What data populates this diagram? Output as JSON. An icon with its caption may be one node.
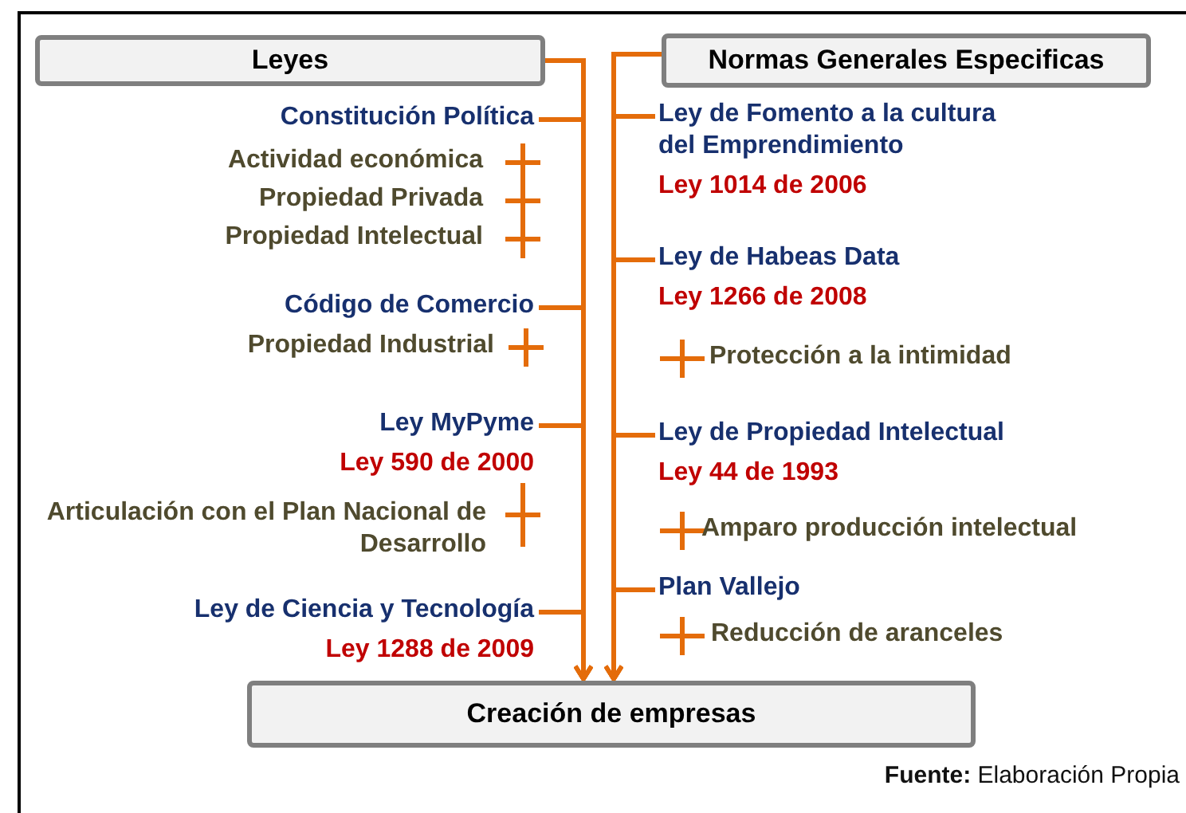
{
  "diagram": {
    "nodes": [
      {
        "text": [
          "Leyes"
        ]
      },
      {
        "text": [
          "Normas Generales Especificas"
        ]
      },
      {
        "text": [
          "Creación de empresas"
        ]
      },
      {
        "text": [
          "Constitución Política"
        ]
      },
      {
        "text": [
          "Código de Comercio"
        ]
      },
      {
        "text": [
          "Ley MyPyme",
          "Ley 590 de 2000"
        ]
      },
      {
        "text": [
          "Ley de Ciencia y Tecnología",
          "Ley 1288 de 2009"
        ]
      },
      {
        "text": [
          "Ley de Fomento a la cultura del Emprendimiento",
          "Ley 1014 de 2006"
        ]
      },
      {
        "text": [
          "Ley de Habeas Data",
          "Ley 1266 de 2008"
        ]
      },
      {
        "text": [
          "Ley de Propiedad Intelectual",
          "Ley 44 de 1993"
        ]
      },
      {
        "text": [
          "Plan Vallejo"
        ]
      }
    ],
    "edges": [
      {
        "from": 0,
        "to": 2,
        "arrow": "to"
      },
      {
        "from": 3,
        "to": 2,
        "arrow": "to"
      },
      {
        "from": 4,
        "to": 2,
        "arrow": "to"
      },
      {
        "from": 5,
        "to": 2,
        "arrow": "to"
      },
      {
        "from": 6,
        "to": 2,
        "arrow": "to"
      },
      {
        "from": 1,
        "to": 2,
        "arrow": "to"
      },
      {
        "from": 7,
        "to": 2,
        "arrow": "to"
      },
      {
        "from": 8,
        "to": 2,
        "arrow": "to"
      },
      {
        "from": 9,
        "to": 2,
        "arrow": "to"
      },
      {
        "from": 10,
        "to": 2,
        "arrow": "to"
      }
    ],
    "labels": [
      "Actividad económica",
      "Propiedad Privada",
      "Propiedad Intelectual",
      "Propiedad Industrial",
      "Articulación con el Plan Nacional de Desarrollo",
      "Protección a la intimidad",
      "Amparo producción intelectual",
      "Reducción de aranceles",
      "**Fuente:** Elaboración Propia"
    ]
  }
}
